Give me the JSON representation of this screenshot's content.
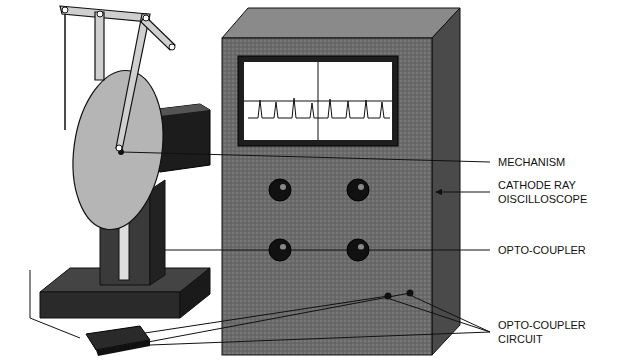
{
  "diagram": {
    "labels": [
      "MECHANISM",
      "CATHODE RAY OISCILLOSCOPE",
      "OPTO-COUPLER",
      "OPTO-COUPLER CIRCUIT"
    ]
  }
}
